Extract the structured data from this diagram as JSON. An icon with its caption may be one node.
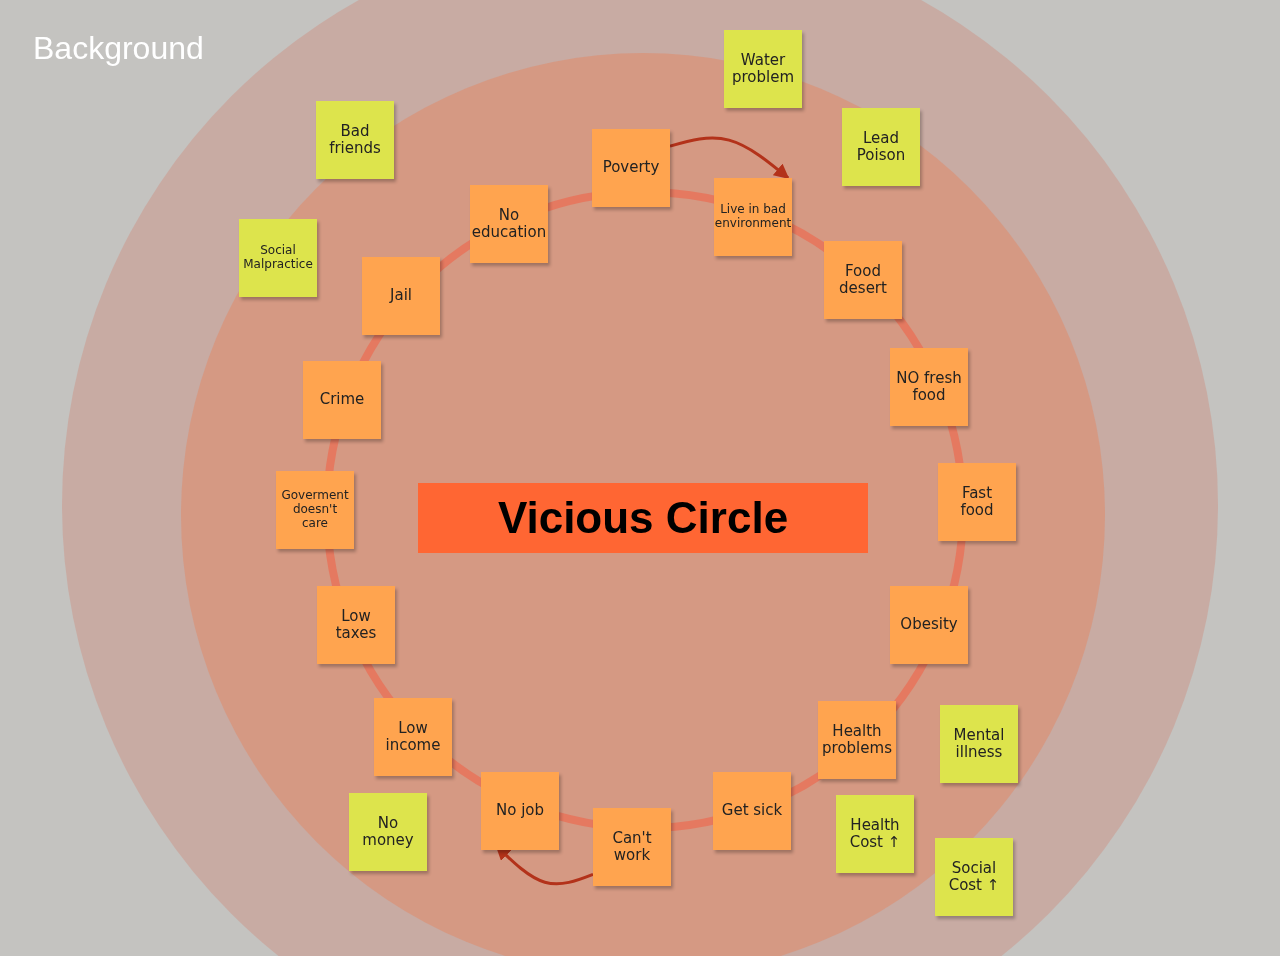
{
  "diagram": {
    "title": "Vicious Circle",
    "nodes": [
      {
        "text": [
          "Water problem"
        ]
      },
      {
        "text": [
          "Bad friends"
        ]
      },
      {
        "text": [
          "Lead Poison"
        ]
      },
      {
        "text": [
          "Poverty"
        ]
      },
      {
        "text": [
          "No education"
        ]
      },
      {
        "text": [
          "Live in bad environment"
        ]
      },
      {
        "text": [
          "Social Malpractice"
        ]
      },
      {
        "text": [
          "Food desert"
        ]
      },
      {
        "text": [
          "Jail"
        ]
      },
      {
        "text": [
          "NO fresh food"
        ]
      },
      {
        "text": [
          "Crime"
        ]
      },
      {
        "text": [
          "Fast food"
        ]
      },
      {
        "text": [
          "Goverment doesn't care"
        ]
      },
      {
        "text": [
          "Obesity"
        ]
      },
      {
        "text": [
          "Low taxes"
        ]
      },
      {
        "text": [
          "Health problems"
        ]
      },
      {
        "text": [
          "Mental illness"
        ]
      },
      {
        "text": [
          "Low income"
        ]
      },
      {
        "text": [
          "Get sick"
        ]
      },
      {
        "text": [
          "No job"
        ]
      },
      {
        "text": [
          "No money"
        ]
      },
      {
        "text": [
          "Health Cost ↑"
        ]
      },
      {
        "text": [
          "Can't work"
        ]
      },
      {
        "text": [
          "Social Cost ↑"
        ]
      }
    ],
    "edges": [
      {
        "from": 3,
        "to": 5,
        "arrow": "to"
      },
      {
        "from": 22,
        "to": 19,
        "arrow": "to"
      }
    ],
    "labels": [
      "Background"
    ]
  }
}
